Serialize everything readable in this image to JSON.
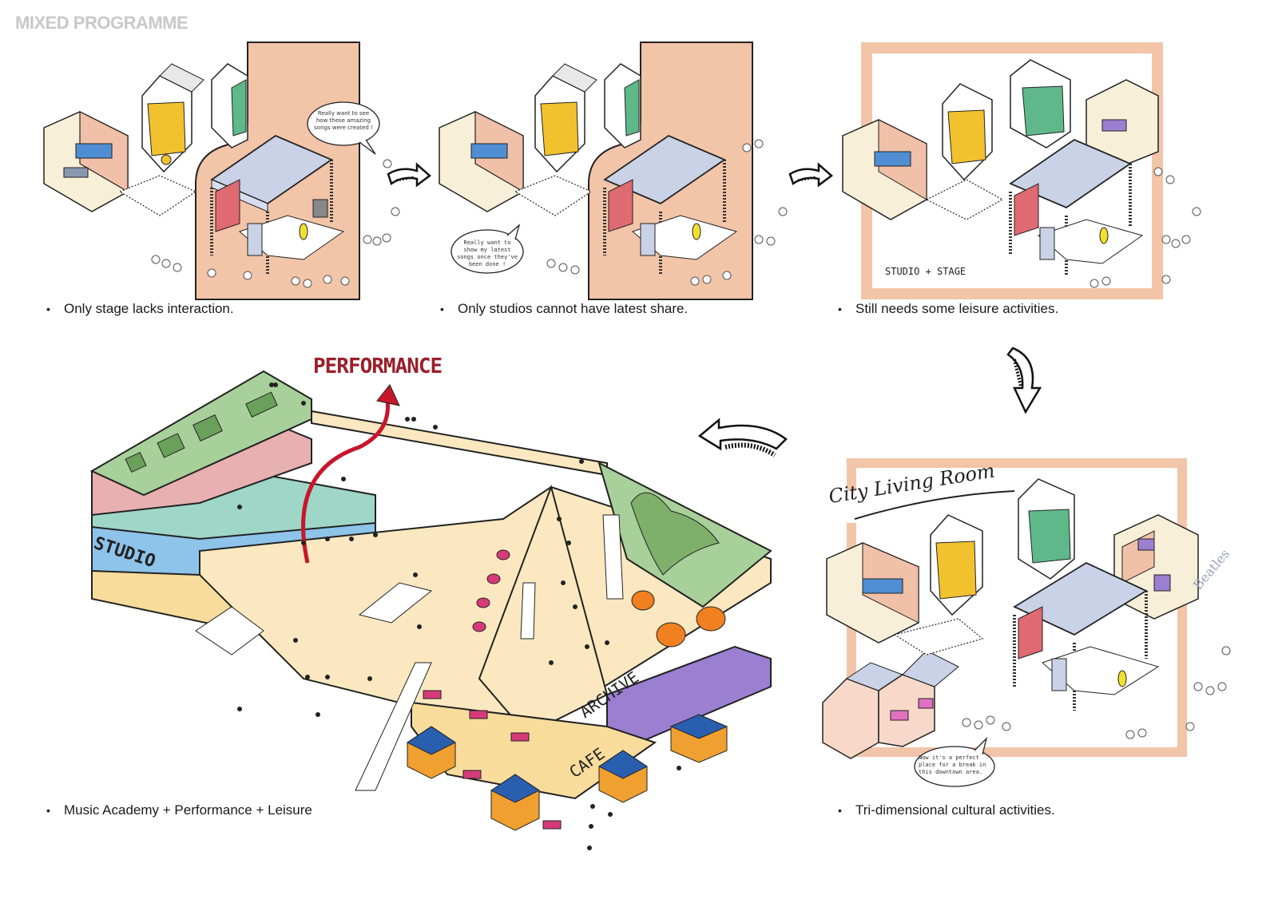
{
  "page": {
    "title": "MIXED PROGRAMME"
  },
  "colors": {
    "peach": "#f2c4a8",
    "stage_roof": "#c9d2e6",
    "studio_blue": "#4f8ed3",
    "studio_yellow": "#f2c12e",
    "studio_green": "#5fb88a",
    "stage_red": "#e06a72",
    "performer_yellow": "#f2e030",
    "performance_red": "#9a1f2a",
    "arrow_red": "#c8162a",
    "roof_green": "#a8d09a",
    "pink_floor": "#e8b0b0",
    "teal_floor": "#9ed6c8",
    "blue_floor": "#8ec3ea",
    "sand_floor": "#f8dc9c",
    "cream_floor": "#fbe8c0",
    "purple": "#9b7fd0",
    "orange_tree": "#f08020",
    "kiosk_blue": "#2a5fb0",
    "kiosk_orange": "#f0a030",
    "magenta_table": "#d63a78",
    "caption_text": "#1a1a1a",
    "title_grey": "#c8c8c8"
  },
  "panels": [
    {
      "id": "stage-only",
      "caption": "Only stage lacks interaction.",
      "speech_bubble": "Really want to see how these amazing songs were created !"
    },
    {
      "id": "studios-only",
      "caption": "Only studios cannot have latest share.",
      "speech_bubble": "Really want to show my latest songs once they've been done !"
    },
    {
      "id": "studio-stage",
      "caption": "Still needs some leisure activities.",
      "frame_label": "STUDIO + STAGE"
    },
    {
      "id": "music-academy",
      "caption": "Music Academy + Performance + Leisure",
      "labels": {
        "performance": "PERFORMANCE",
        "studio": "STUDIO",
        "archive": "ARCHIVE",
        "cafe": "CAFE"
      }
    },
    {
      "id": "city-living-room",
      "caption": "Tri-dimensional cultural activities.",
      "heading": "City Living Room",
      "speech_bubble": "Now it's a perfect place for a break in this downtown area.",
      "sign": "Beatles"
    }
  ],
  "arrows": [
    {
      "name": "arrow-panel1-to-panel2",
      "direction": "right"
    },
    {
      "name": "arrow-panel2-to-panel3",
      "direction": "right"
    },
    {
      "name": "arrow-panel3-to-panel5",
      "direction": "down"
    },
    {
      "name": "arrow-panel5-to-panel4",
      "direction": "left"
    }
  ]
}
